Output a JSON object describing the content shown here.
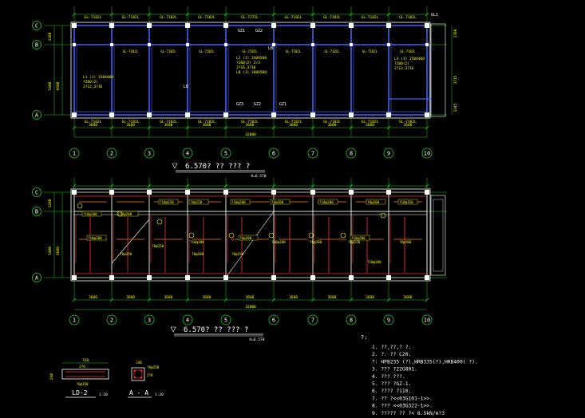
{
  "colors": {
    "background": "#000000",
    "beam": "#4060ff",
    "wall": "#ffffff",
    "dim": "#20d020",
    "label": "#ffff00",
    "rebar": "#ff3030",
    "slab": "#ff8000",
    "axis": "#20d020"
  },
  "axes_columns": [
    "1",
    "2",
    "3",
    "4",
    "5",
    "6",
    "7",
    "8",
    "9",
    "10"
  ],
  "axes_rows": [
    "C",
    "B",
    "A"
  ],
  "plan1": {
    "top_beam_labels": [
      "GL-7182L",
      "GL-7182L",
      "GL-7182L",
      "GL-7182L",
      "GL-7272L",
      "GL-7182L",
      "GL-7182L",
      "GL-7182L",
      "GL-7182L"
    ],
    "bottom_beam_labels": [
      "GL-7182L",
      "GL-7182L",
      "GL-7182L",
      "GL-7182L",
      "GL-7182L",
      "GL-7182L",
      "GL-7182L",
      "GL-7182L",
      "GL-7182L"
    ],
    "inner_labels": [
      "GL-7182L",
      "GL-7182L",
      "GL-7182L",
      "GL-7182L",
      "GL-7182L",
      "GL-7182L",
      "GL-7182L",
      "GL-7182L"
    ],
    "spans": [
      "3600",
      "3600",
      "3600",
      "3600",
      "3600",
      "3600",
      "3600",
      "3600",
      "3600"
    ],
    "total": "32800",
    "left_dims": [
      "1200",
      "5400",
      "6600"
    ],
    "right_dims": [
      "1700",
      "3715",
      "1345"
    ],
    "notes_left": [
      "L1 (1) 250X400",
      "?200(2)",
      "2?12,3?16"
    ],
    "notes_center": [
      "L2 (1) 240X500",
      "?200(2) 2/3",
      "2?16,3?18",
      "LB (1) 200X500"
    ],
    "notes_right": [
      "L3 (1) 250X400",
      "?200(2)",
      "2?12,3?16"
    ],
    "tags": [
      "GZ1",
      "GZ2",
      "GZ3",
      "GZ2",
      "GZ1",
      "LB",
      "LB",
      "GL1"
    ],
    "title": "6.570? ?? ??? ?",
    "elevation": "H=6.570"
  },
  "plan2": {
    "spans": [
      "3600",
      "3600",
      "3600",
      "3600",
      "3600",
      "3600",
      "3600",
      "3600",
      "3600"
    ],
    "total": "32800",
    "left_dims": [
      "1200",
      "5400",
      "6600"
    ],
    "slab_labels": [
      "?10@200",
      "?8@200",
      "?10@150",
      "?8@150",
      "?10@200",
      "?8@200",
      "?10@200",
      "?8@200",
      "?10@150",
      "?10@200",
      "?8@200",
      "?10@200"
    ],
    "rebar_labels": [
      "?8@150",
      "?10@200",
      "?8@200",
      "?8@150",
      "?10@200",
      "?8@200",
      "?8@150",
      "?10@200",
      "?8@200",
      "?8@150"
    ],
    "title": "6.570? ?? ??? ?",
    "elevation": "H=6.570"
  },
  "notes": {
    "heading": "?:",
    "items": [
      "1.  ??,??,? ?.",
      "2.  ?:  ?? C20.",
      "    ?:  HPB235 (?),HRB335(?),HRB400( ?).",
      "3.  ??? ?22G801.",
      "4.  ??? ???.",
      "5.  ??? ?GZ-1.",
      "6.  ???? ?110.",
      "7.  ?? ?<<03G101-1>>.",
      "8.  ??? <<03G322-1>>.",
      "9.  ????? ?? ?< 8.5kN/m?3"
    ]
  },
  "detail_ld2": {
    "label": "LD-2",
    "scale": "1:20",
    "width": "720",
    "bar": "2?6",
    "stirrup": "?6@150"
  },
  "detail_aa": {
    "label": "A - A",
    "scale": "1:20",
    "dim": "240",
    "bar": "2?8",
    "stirrup": "?8@150"
  }
}
